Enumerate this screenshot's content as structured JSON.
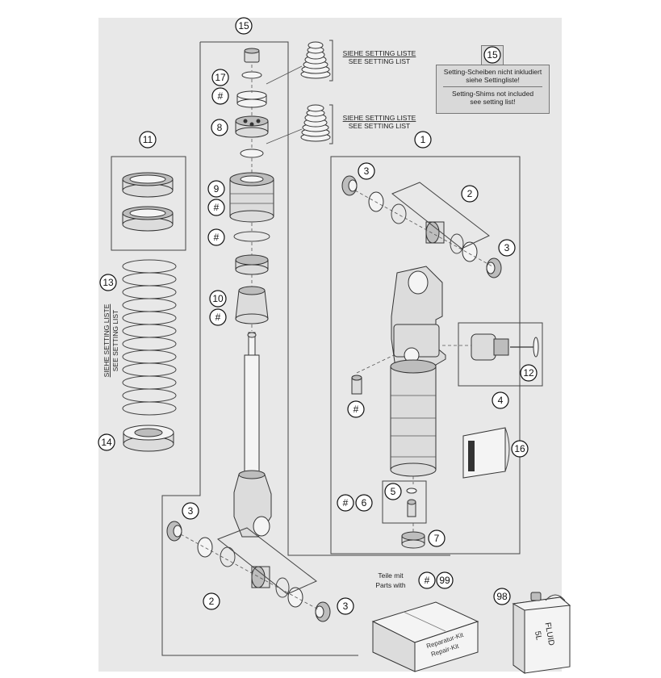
{
  "callouts": {
    "c15_top": "15",
    "c17": "17",
    "c_hash_17": "#",
    "c8": "8",
    "c9": "9",
    "c_hash_9": "#",
    "c_hash_ring": "#",
    "c10": "10",
    "c_hash_10": "#",
    "c11": "11",
    "c13": "13",
    "c14": "14",
    "c1": "1",
    "c3_a": "3",
    "c2_a": "2",
    "c3_b": "3",
    "c12": "12",
    "c4": "4",
    "c_hash_left": "#",
    "c16": "16",
    "c5": "5",
    "c_hash_6": "#",
    "c6": "6",
    "c7": "7",
    "c3_c": "3",
    "c2_b": "2",
    "c3_d": "3",
    "c_hash_99": "#",
    "c99": "99",
    "c98": "98",
    "c15_note": "15"
  },
  "setting_list_top": {
    "line1": "SIEHE SETTING LISTE",
    "line2": "SEE SETTING LIST"
  },
  "setting_list_mid": {
    "line1": "SIEHE SETTING LISTE",
    "line2": "SEE SETTING LIST"
  },
  "setting_list_spring": {
    "line1": "SIEHE SETTING LISTE",
    "line2": "SEE SETTING LIST"
  },
  "note": {
    "de_line1": "Setting-Scheiben nicht inkludiert",
    "de_line2": "siehe Settingliste!",
    "en_line1": "Setting-Shims not included",
    "en_line2": "see setting list!"
  },
  "kit": {
    "label_de": "Teile mit",
    "label_en": "Parts with",
    "box_text_de": "Reparatur-Kit",
    "box_text_en": "Repair-Kit"
  },
  "fluid": {
    "line1": "FLUID",
    "line2": "5L"
  }
}
